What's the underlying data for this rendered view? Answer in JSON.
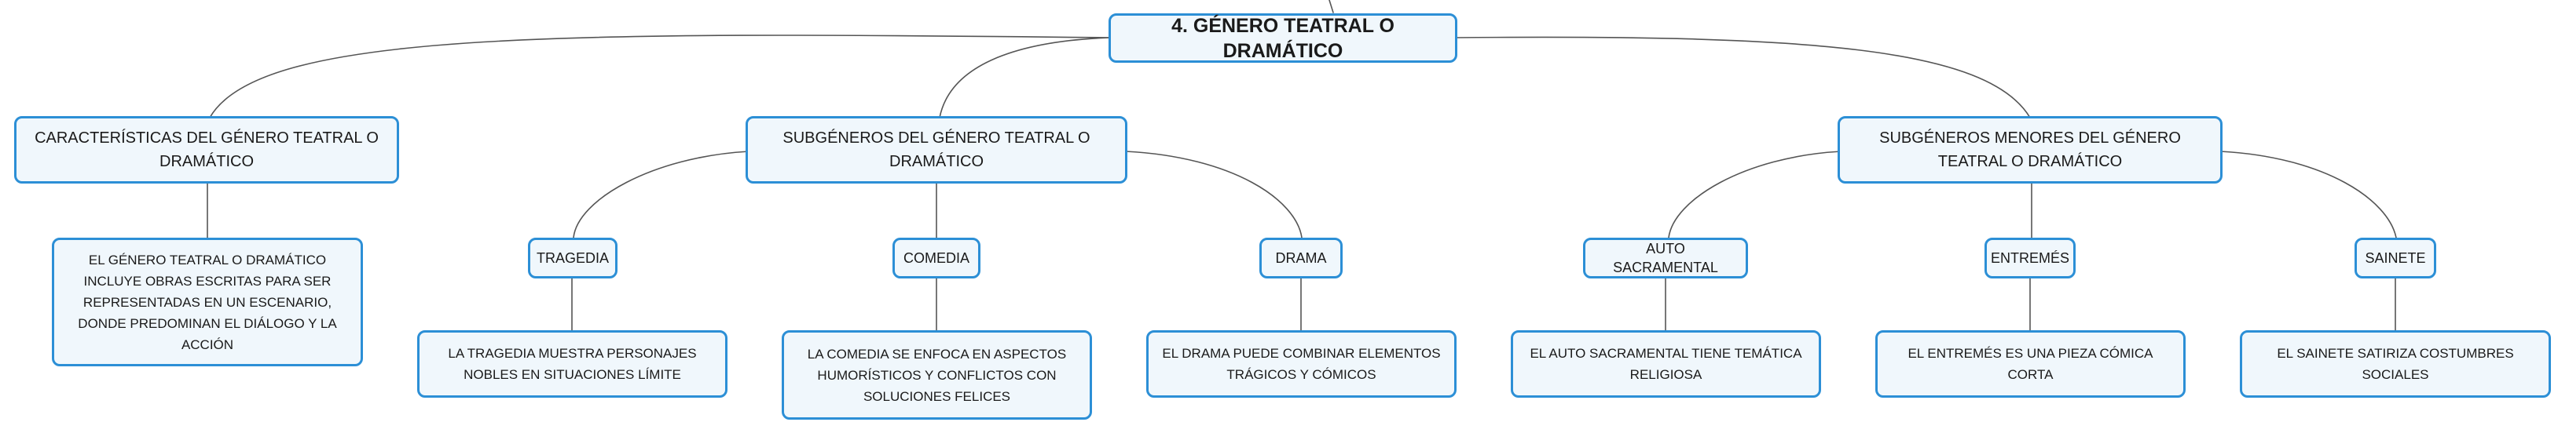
{
  "root": {
    "label": "4. GÉNERO TEATRAL O DRAMÁTICO"
  },
  "branches": [
    {
      "label": "CARACTERÍSTICAS DEL GÉNERO TEATRAL O DRAMÁTICO",
      "detail": "EL GÉNERO TEATRAL O DRAMÁTICO INCLUYE OBRAS ESCRITAS PARA SER REPRESENTADAS EN UN ESCENARIO, DONDE PREDOMINAN EL DIÁLOGO Y LA ACCIÓN"
    },
    {
      "label": "SUBGÉNEROS DEL GÉNERO TEATRAL O DRAMÁTICO",
      "children": [
        {
          "label": "TRAGEDIA",
          "detail": "LA TRAGEDIA MUESTRA PERSONAJES NOBLES EN SITUACIONES LÍMITE"
        },
        {
          "label": "COMEDIA",
          "detail": "LA COMEDIA SE ENFOCA EN ASPECTOS HUMORÍSTICOS Y CONFLICTOS CON SOLUCIONES FELICES"
        },
        {
          "label": "DRAMA",
          "detail": "EL DRAMA PUEDE COMBINAR ELEMENTOS TRÁGICOS Y CÓMICOS"
        }
      ]
    },
    {
      "label": "SUBGÉNEROS MENORES DEL GÉNERO TEATRAL O DRAMÁTICO",
      "children": [
        {
          "label": "AUTO SACRAMENTAL",
          "detail": "EL AUTO SACRAMENTAL TIENE TEMÁTICA RELIGIOSA"
        },
        {
          "label": "ENTREMÉS",
          "detail": "EL ENTREMÉS ES UNA PIEZA CÓMICA CORTA"
        },
        {
          "label": "SAINETE",
          "detail": "EL SAINETE SATIRIZA COSTUMBRES SOCIALES"
        }
      ]
    }
  ]
}
